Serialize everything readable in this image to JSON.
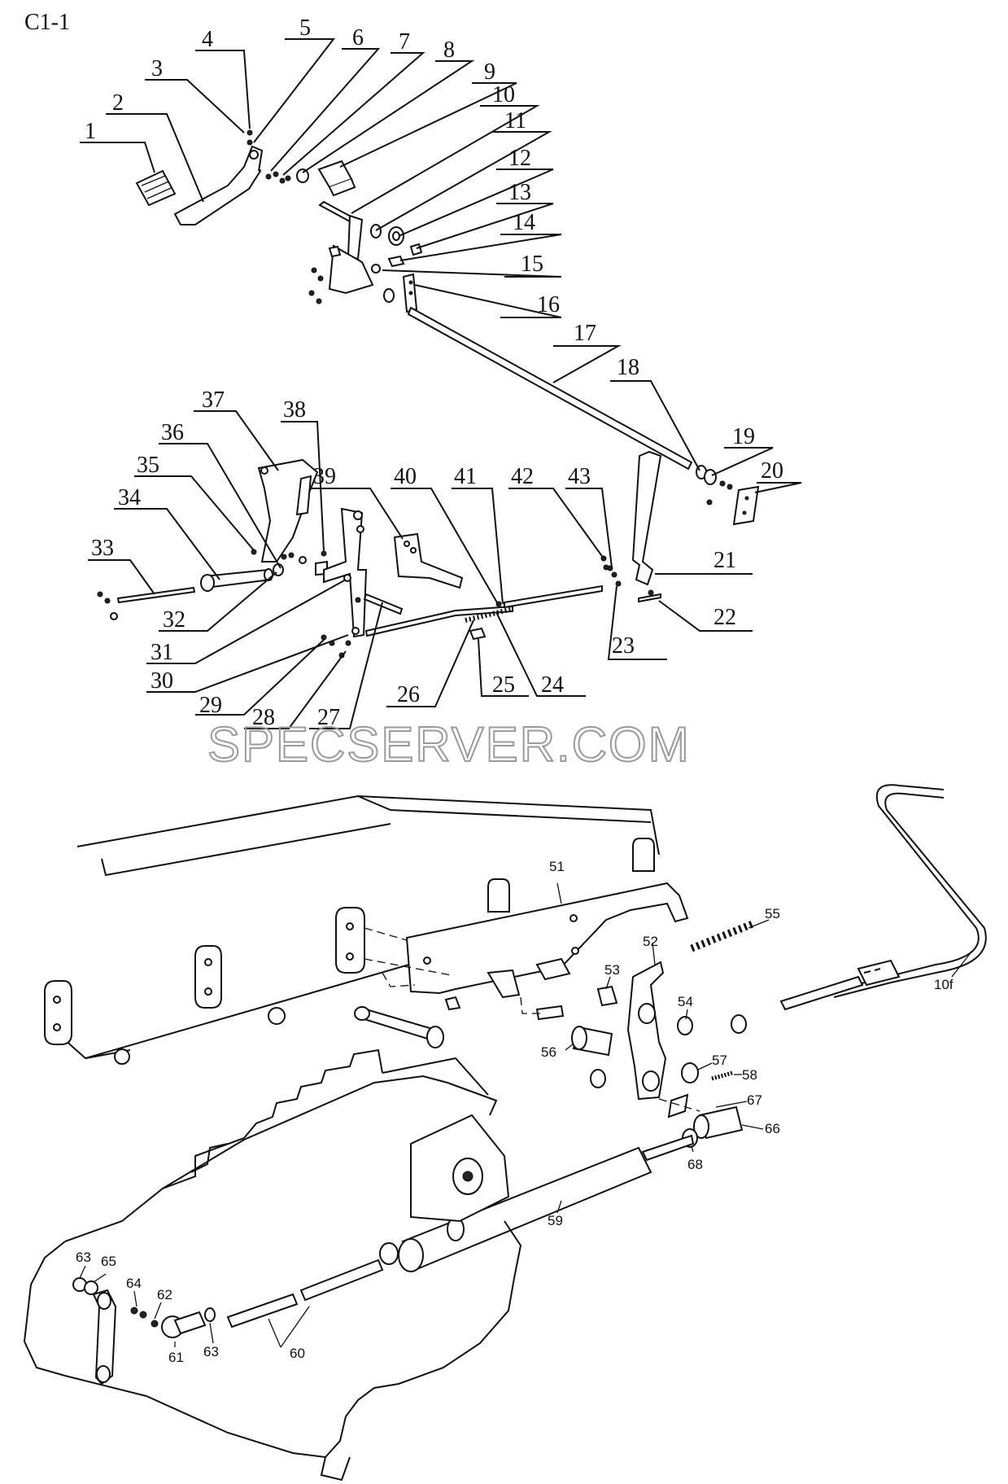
{
  "diagram_code": "C1-1",
  "watermark": "SPECSERVER.COM",
  "upper_callouts": [
    "1",
    "2",
    "3",
    "4",
    "5",
    "6",
    "7",
    "8",
    "9",
    "10",
    "11",
    "12",
    "13",
    "14",
    "15",
    "16",
    "17",
    "18",
    "19",
    "20",
    "21",
    "22",
    "23",
    "24",
    "25",
    "26",
    "27",
    "28",
    "29",
    "30",
    "31",
    "32",
    "33",
    "34",
    "35",
    "36",
    "37",
    "38",
    "39",
    "40",
    "41",
    "42",
    "43"
  ],
  "lower_callouts": [
    "51",
    "52",
    "53",
    "54",
    "55",
    "56",
    "57",
    "58",
    "59",
    "60",
    "61",
    "62",
    "63",
    "63",
    "64",
    "65",
    "66",
    "67",
    "68",
    "10f"
  ]
}
